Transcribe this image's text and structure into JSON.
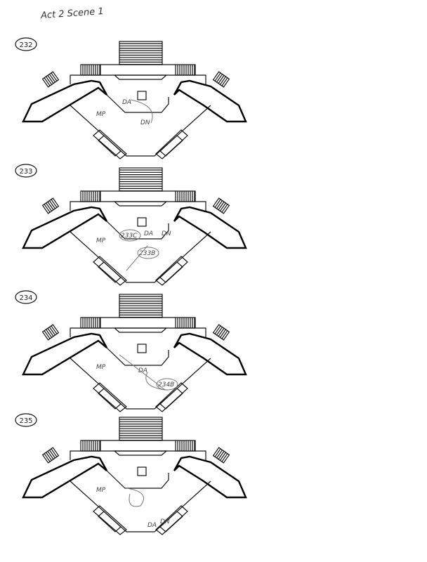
{
  "page": {
    "title": "Act 2 Scene 1"
  },
  "cues": [
    {
      "number": "232",
      "labels": {
        "mp": "MP",
        "da": "DA",
        "dn": "DN"
      }
    },
    {
      "number": "233",
      "labels": {
        "mp": "MP",
        "da": "DA",
        "dn": "DN",
        "circ1": "233C",
        "circ2": "233B"
      }
    },
    {
      "number": "234",
      "labels": {
        "mp": "MP",
        "da": "DA",
        "circ2": "234B"
      }
    },
    {
      "number": "235",
      "labels": {
        "mp": "MP",
        "da": "DA",
        "dn": "DN"
      }
    }
  ]
}
